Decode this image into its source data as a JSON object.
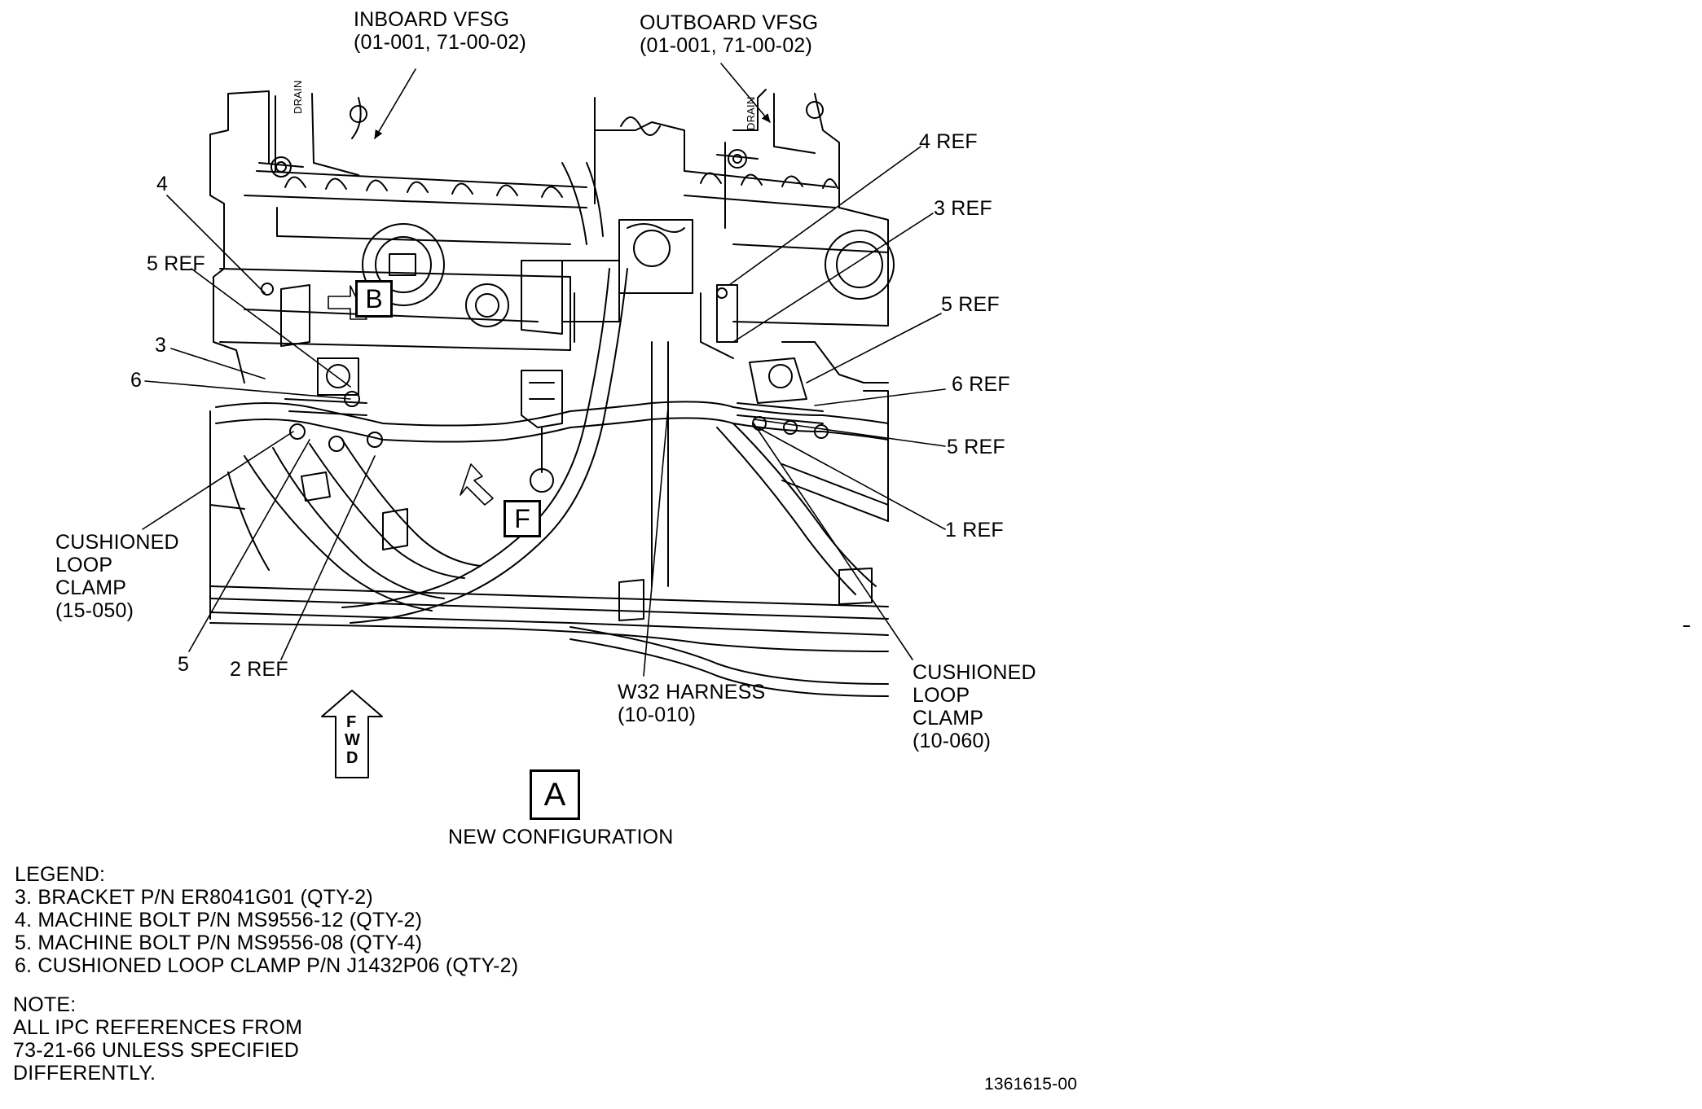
{
  "callouts": {
    "inboard_vfsg": [
      "INBOARD VFSG",
      "(01-001, 71-00-02)"
    ],
    "outboard_vfsg": [
      "OUTBOARD VFSG",
      "(01-001, 71-00-02)"
    ],
    "drain_left": "DRAIN",
    "drain_right": "DRAIN",
    "left_4": "4",
    "left_5ref": "5 REF",
    "left_3": "3",
    "left_6": "6",
    "left_5": "5",
    "left_2ref": "2 REF",
    "cushioned_left": [
      "CUSHIONED",
      "LOOP",
      "CLAMP",
      "(15-050)"
    ],
    "right_4ref": "4 REF",
    "right_3ref": "3 REF",
    "right_5ref_top": "5 REF",
    "right_6ref": "6 REF",
    "right_5ref_bottom": "5 REF",
    "right_1ref": "1 REF",
    "cushioned_right": [
      "CUSHIONED",
      "LOOP",
      "CLAMP",
      "(10-060)"
    ],
    "w32_harness": [
      "W32 HARNESS",
      "(10-010)"
    ]
  },
  "view_flags": {
    "b": "B",
    "f": "F",
    "a": "A"
  },
  "fwd": [
    "F",
    "W",
    "D"
  ],
  "configuration_label": "NEW CONFIGURATION",
  "legend": {
    "title": "LEGEND:",
    "items": [
      "3. BRACKET P/N ER8041G01 (QTY-2)",
      "4. MACHINE BOLT P/N MS9556-12 (QTY-2)",
      "5. MACHINE BOLT P/N MS9556-08 (QTY-4)",
      "6. CUSHIONED LOOP CLAMP P/N J1432P06 (QTY-2)"
    ]
  },
  "note": {
    "title": "NOTE:",
    "lines": [
      "ALL IPC REFERENCES FROM",
      "73-21-66 UNLESS SPECIFIED",
      "DIFFERENTLY."
    ]
  },
  "figure_number": "1361615-00"
}
